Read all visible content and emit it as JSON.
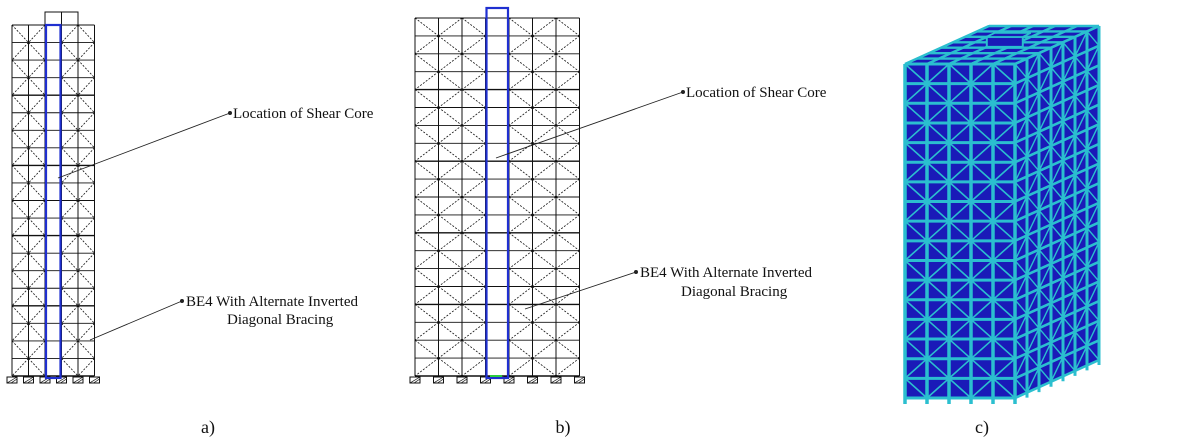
{
  "panels": {
    "a": {
      "caption": "a)",
      "annotations": {
        "shear_core": "Location of Shear Core",
        "bracing_line1": "BE4 With Alternate Inverted",
        "bracing_line2": "Diagonal Bracing"
      }
    },
    "b": {
      "caption": "b)",
      "annotations": {
        "shear_core": "Location of Shear Core",
        "bracing_line1": "BE4 With Alternate Inverted",
        "bracing_line2": "Diagonal Bracing"
      }
    },
    "c": {
      "caption": "c)"
    }
  },
  "colors": {
    "frame": "#111111",
    "shear_core": "#1f2fd0",
    "model_frame": "#2bbfcf",
    "model_floor": "#1a1ab8"
  }
}
